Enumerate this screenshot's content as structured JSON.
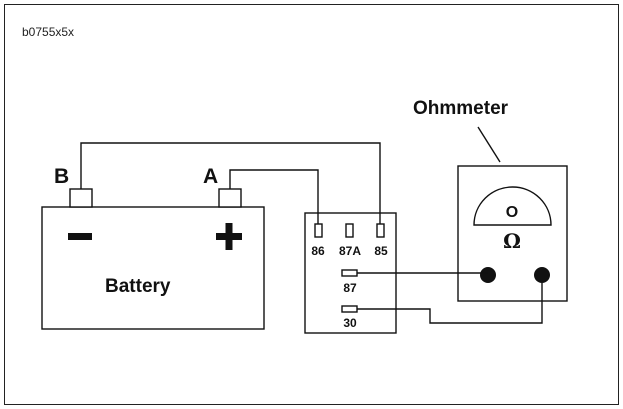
{
  "figure_ref": "b0755x5x",
  "battery": {
    "label": "Battery",
    "negative_symbol": "−",
    "positive_symbol": "+",
    "terminal_b_label": "B",
    "terminal_a_label": "A"
  },
  "relay": {
    "pins": [
      "86",
      "87A",
      "85",
      "87",
      "30"
    ]
  },
  "ohmmeter": {
    "label": "Ohmmeter",
    "dial_reading": "O",
    "unit_symbol": "Ω"
  }
}
